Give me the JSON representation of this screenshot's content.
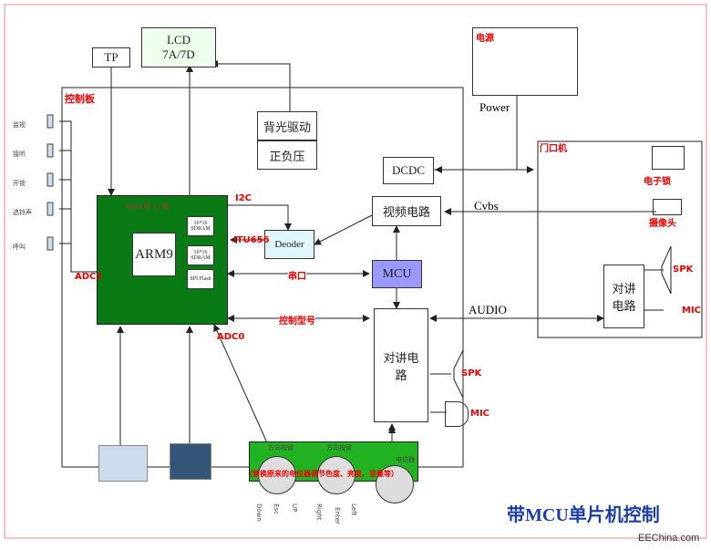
{
  "blocks": {
    "tp": "TP",
    "lcd_line1": "LCD",
    "lcd_line2": "7A/7D",
    "backlight": "背光驱动",
    "posneg": "正负压",
    "power_label": "电源",
    "power": "Power",
    "dcdc": "DCDC",
    "video": "视频电路",
    "cvbs": "Cvbs",
    "mcu": "MCU",
    "decoder": "Deoder",
    "intercom": "对讲电路",
    "intercom_door": "对讲电路",
    "audio": "AUDIO",
    "arm9": "ARM9",
    "core": "MSM 核 心 板",
    "sdram1": "16*16 SDRAM",
    "sdram2": "16*16 SDRAM",
    "flash": "SPI Flash"
  },
  "labels": {
    "control_board": "控制板",
    "door_unit": "门口机",
    "lock": "电子锁",
    "camera": "摄像头",
    "spk1": "SPK",
    "mic1": "MIC",
    "spk2": "SPK",
    "mic2": "MIC",
    "i2c": "I2C",
    "itu656": "ITU656",
    "serial": "串口",
    "control_signal": "控制型号",
    "adc1": "ADC1",
    "adc0": "ADC0",
    "title": "带MCU单片机控制",
    "watermark": "EEChina.com"
  },
  "buttons": [
    "监视",
    "接听",
    "开锁",
    "选铃声",
    "呼叫"
  ],
  "keypad": {
    "note": "（替换原来的电位器调节色度、亮度、音量等）",
    "group1": "方向按键",
    "group2": "方向按键",
    "knob": "电位器",
    "keys": [
      "Down",
      "Esc",
      "UP",
      "Right",
      "Enter",
      "Left"
    ]
  },
  "colors": {
    "core": "#0a7a14",
    "mcu": "#9999ff",
    "decoder": "#dff6fa",
    "keypad": "#22b322",
    "accent": "#e00000",
    "title": "#1a3ea8"
  }
}
